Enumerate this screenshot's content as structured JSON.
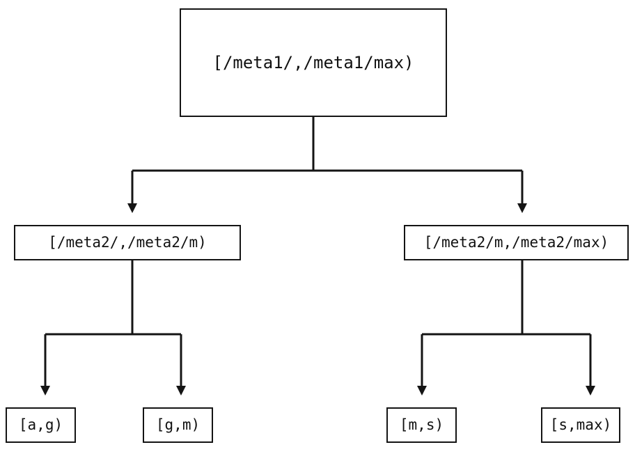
{
  "diagram": {
    "type": "tree",
    "orientation": "top-down",
    "background_color": "#ffffff",
    "stroke_color": "#141414",
    "text_color": "#111111",
    "nodes": {
      "root": {
        "label": "[/meta1/,/meta1/max)"
      },
      "mid_left": {
        "label": "[/meta2/,/meta2/m)"
      },
      "mid_right": {
        "label": "[/meta2/m,/meta2/max)"
      },
      "leaf_1": {
        "label": "[a,g)"
      },
      "leaf_2": {
        "label": "[g,m)"
      },
      "leaf_3": {
        "label": "[m,s)"
      },
      "leaf_4": {
        "label": "[s,max)"
      }
    },
    "edges": [
      {
        "from": "root",
        "to": "mid_left",
        "arrow": "down-triangle"
      },
      {
        "from": "root",
        "to": "mid_right",
        "arrow": "down-triangle"
      },
      {
        "from": "mid_left",
        "to": "leaf_1",
        "arrow": "down-triangle"
      },
      {
        "from": "mid_left",
        "to": "leaf_2",
        "arrow": "down-triangle"
      },
      {
        "from": "mid_right",
        "to": "leaf_3",
        "arrow": "down-triangle"
      },
      {
        "from": "mid_right",
        "to": "leaf_4",
        "arrow": "down-triangle"
      }
    ]
  }
}
